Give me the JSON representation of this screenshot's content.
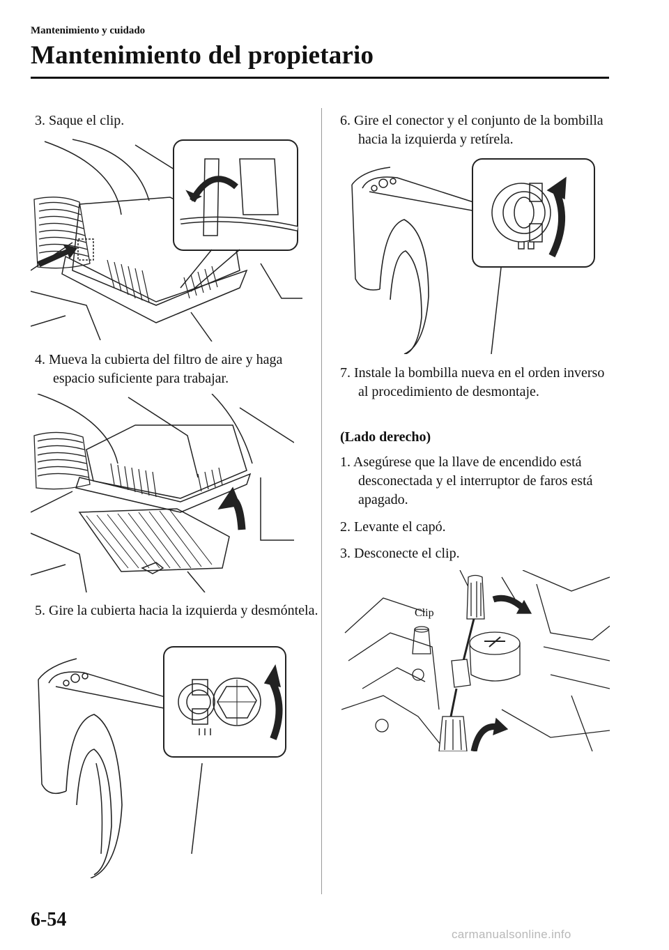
{
  "header": {
    "section": "Mantenimiento y cuidado",
    "title": "Mantenimiento del propietario"
  },
  "left_column": {
    "step3": "3. Saque el clip.",
    "step4": "4. Mueva la cubierta del filtro de aire y haga espacio suficiente para trabajar.",
    "step5": "5. Gire la cubierta hacia la izquierda y desmóntela."
  },
  "right_column": {
    "step6": "6. Gire el conector y el conjunto de la bombilla hacia la izquierda y retírela.",
    "step7": "7. Instale la bombilla nueva en el orden inverso al procedimiento de desmontaje.",
    "heading": "(Lado derecho)",
    "r_step1": "1. Asegúrese que la llave de encendido está desconectada y el interruptor de faros está apagado.",
    "r_step2": "2. Levante el capó.",
    "r_step3": "3. Desconecte el clip.",
    "clip_label": "Clip"
  },
  "footer": {
    "page_number": "6-54",
    "watermark": "carmanualsonline.info"
  }
}
